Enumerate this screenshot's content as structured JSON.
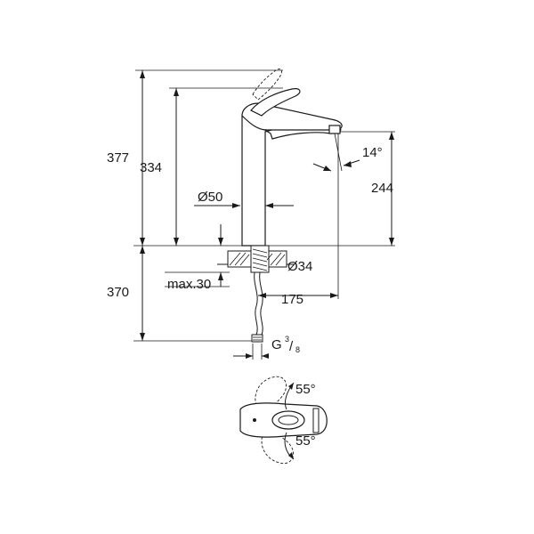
{
  "dimensions": {
    "total_height": "377",
    "spout_height": "334",
    "outlet_height": "244",
    "spout_angle": "14°",
    "body_diameter": "Ø50",
    "hole_diameter": "Ø34",
    "spout_reach": "175",
    "deck_thickness": "max.30",
    "hose_length": "370",
    "connection_prefix": "G",
    "connection_numerator": "3",
    "connection_denominator": "8",
    "lever_angle_up": "55°",
    "lever_angle_down": "55°"
  }
}
